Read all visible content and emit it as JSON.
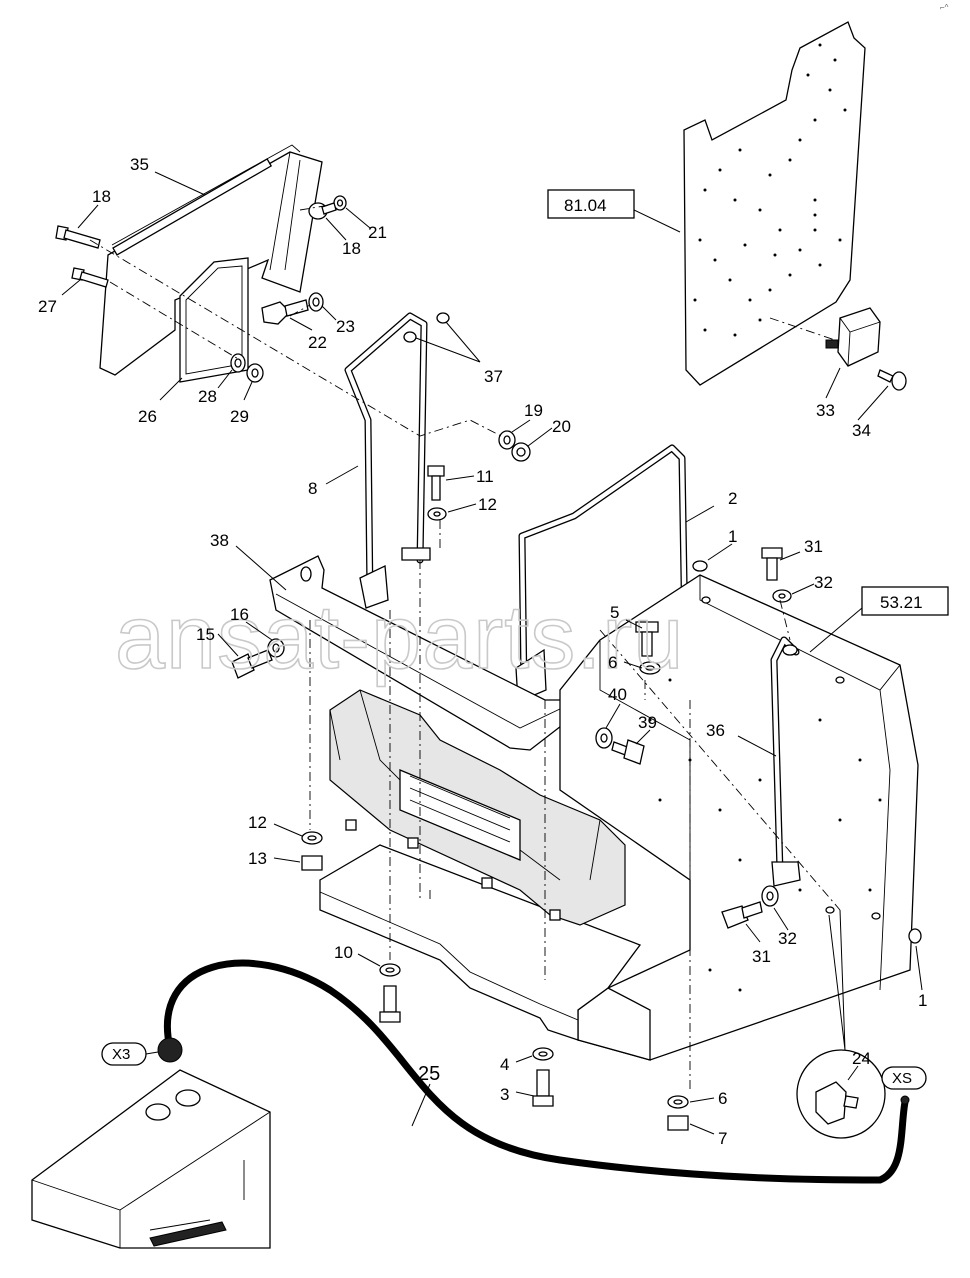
{
  "corner_mark": "⌐^",
  "watermark": "ansat-parts.ru",
  "references": {
    "ref_a": "81.04",
    "ref_b": "53.21"
  },
  "connectors": {
    "x3": "X3",
    "xs": "XS"
  },
  "callouts": {
    "c1a": "1",
    "c1b": "1",
    "c2": "2",
    "c3": "3",
    "c4": "4",
    "c5": "5",
    "c6a": "6",
    "c6b": "6",
    "c7": "7",
    "c8": "8",
    "c10": "10",
    "c11": "11",
    "c12a": "12",
    "c12b": "12",
    "c13": "13",
    "c15": "15",
    "c16": "16",
    "c18a": "18",
    "c18b": "18",
    "c19": "19",
    "c20": "20",
    "c21": "21",
    "c22": "22",
    "c23": "23",
    "c24": "24",
    "c25": "25",
    "c26": "26",
    "c27": "27",
    "c28": "28",
    "c29": "29",
    "c31a": "31",
    "c31b": "31",
    "c32a": "32",
    "c32b": "32",
    "c33": "33",
    "c34": "34",
    "c35": "35",
    "c36": "36",
    "c37": "37",
    "c38": "38",
    "c39": "39",
    "c40": "40"
  }
}
